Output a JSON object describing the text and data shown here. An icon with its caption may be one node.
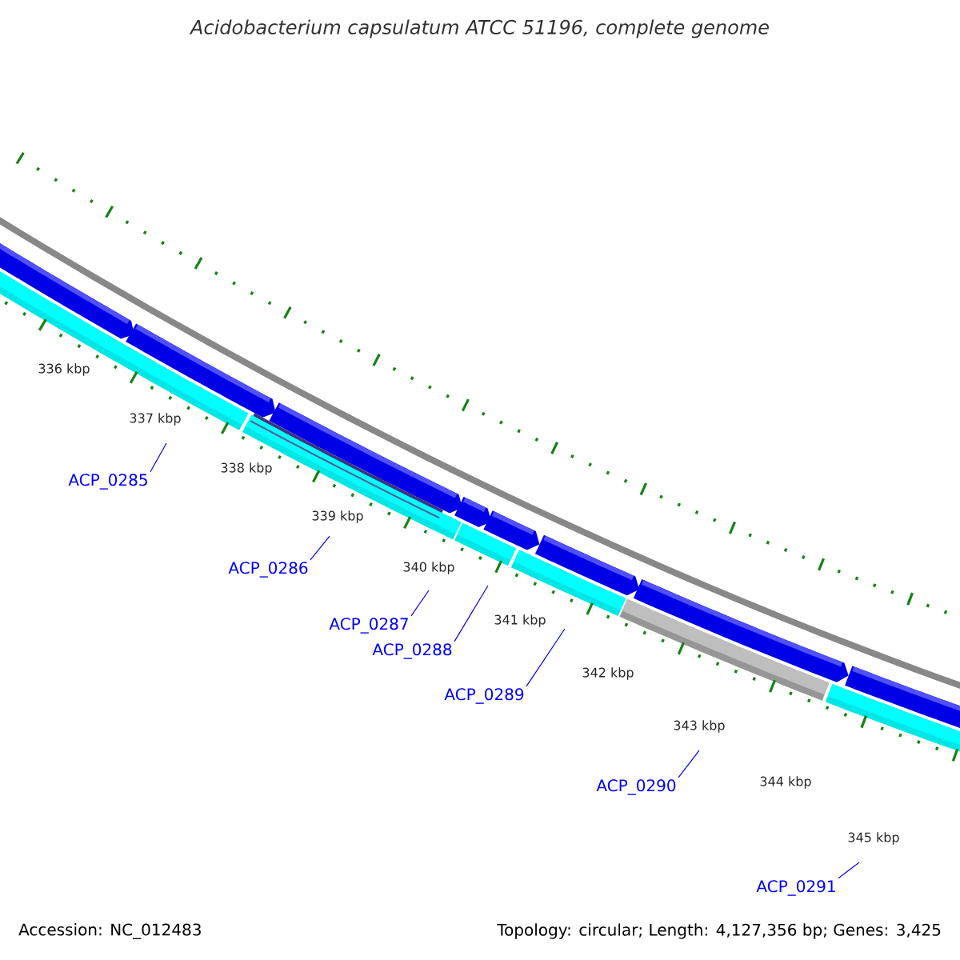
{
  "diagram": {
    "title": "Acidobacterium capsulatum ATCC 51196, complete genome",
    "nodes": [
      {
        "text": [
          "ACP_0285"
        ]
      },
      {
        "text": [
          "ACP_0286"
        ]
      },
      {
        "text": [
          "ACP_0287"
        ]
      },
      {
        "text": [
          "ACP_0288"
        ]
      },
      {
        "text": [
          "ACP_0289"
        ]
      },
      {
        "text": [
          "ACP_0290"
        ]
      },
      {
        "text": [
          "ACP_0291"
        ]
      }
    ],
    "edges": [
      {
        "from": 0,
        "to": null,
        "arrow": "none"
      },
      {
        "from": 1,
        "to": null,
        "arrow": "none"
      },
      {
        "from": 2,
        "to": null,
        "arrow": "none"
      },
      {
        "from": 3,
        "to": null,
        "arrow": "none"
      },
      {
        "from": 4,
        "to": null,
        "arrow": "none"
      },
      {
        "from": 5,
        "to": null,
        "arrow": "none"
      },
      {
        "from": 6,
        "to": null,
        "arrow": "none"
      }
    ],
    "labels": [
      "336 kbp",
      "337 kbp",
      "338 kbp",
      "339 kbp",
      "340 kbp",
      "341 kbp",
      "342 kbp",
      "343 kbp",
      "344 kbp",
      "345 kbp",
      "Accession: NC_012483",
      "Topology: circular; Length: 4,127,356 bp; Genes: 3,425"
    ]
  }
}
